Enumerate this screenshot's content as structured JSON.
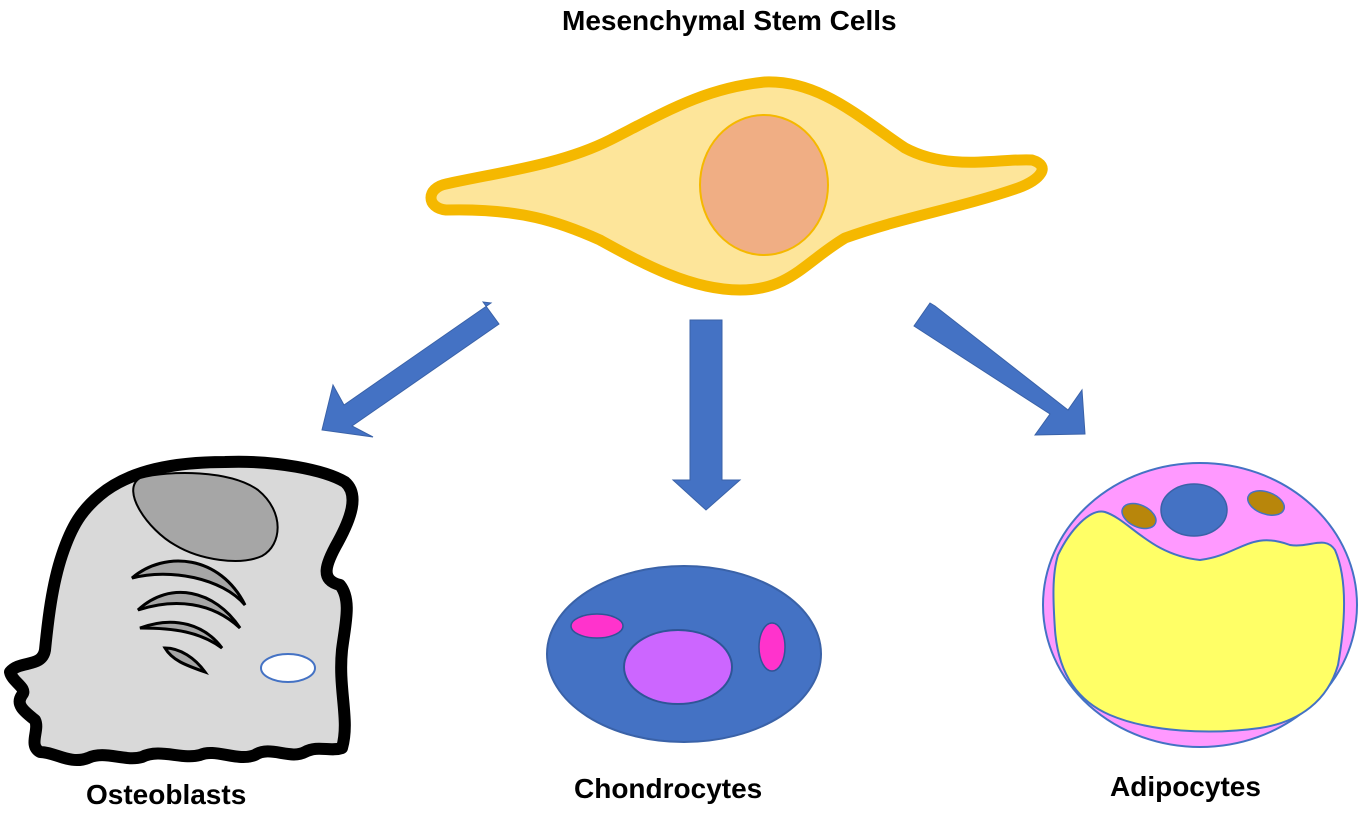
{
  "title": "Mesenchymal Stem Cells",
  "cells": {
    "osteoblasts": {
      "label": "Osteoblasts"
    },
    "chondrocytes": {
      "label": "Chondrocytes"
    },
    "adipocytes": {
      "label": "Adipocytes"
    }
  },
  "colors": {
    "stem_cell_fill": "#fde59a",
    "stem_cell_outline": "#f5b800",
    "stem_cell_nucleus": "#f0ae84",
    "arrow": "#4472c4",
    "osteoblast_fill": "#d9d9d9",
    "osteoblast_outline": "#000000",
    "osteoblast_nucleus": "#a6a6a6",
    "chondrocyte_fill": "#4472c4",
    "chondrocyte_nucleus": "#cc66ff",
    "chondrocyte_granule": "#ff33cc",
    "adipocyte_membrane": "#ff99ff",
    "adipocyte_lipid": "#ffff66",
    "adipocyte_nucleus": "#4472c4",
    "adipocyte_granule": "#b8860b"
  }
}
